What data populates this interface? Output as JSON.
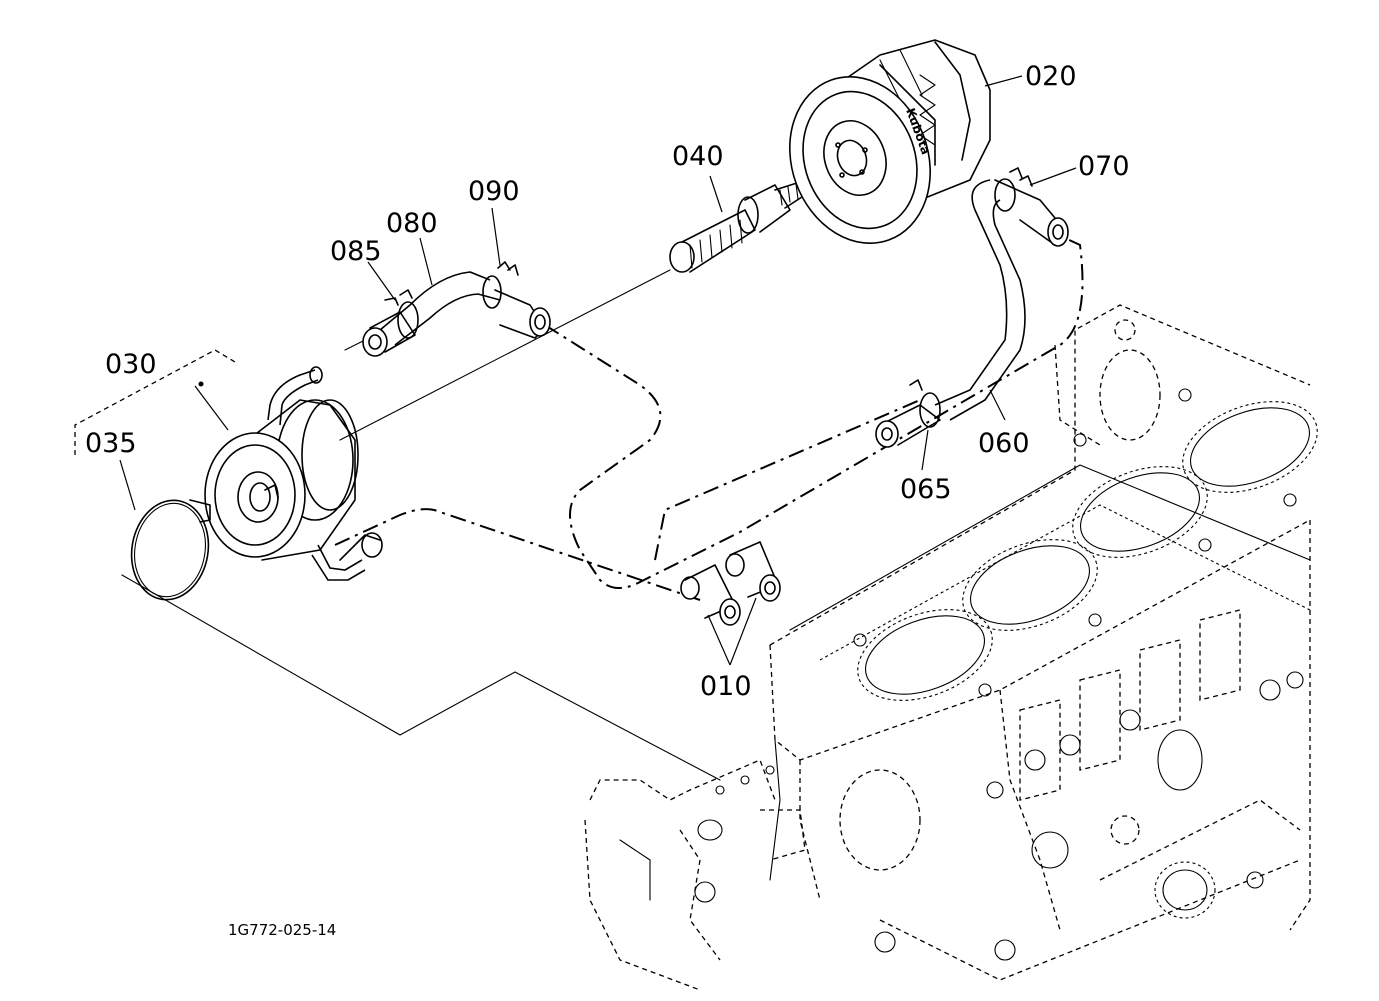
{
  "drawing_id": "1G772-025-14",
  "callouts": [
    {
      "id": "010",
      "label": "010"
    },
    {
      "id": "020",
      "label": "020"
    },
    {
      "id": "030",
      "label": "030"
    },
    {
      "id": "035",
      "label": "035"
    },
    {
      "id": "040",
      "label": "040"
    },
    {
      "id": "060",
      "label": "060"
    },
    {
      "id": "065",
      "label": "065"
    },
    {
      "id": "070",
      "label": "070"
    },
    {
      "id": "080",
      "label": "080"
    },
    {
      "id": "085",
      "label": "085"
    },
    {
      "id": "090",
      "label": "090"
    }
  ],
  "filter_brand": "Kubota"
}
